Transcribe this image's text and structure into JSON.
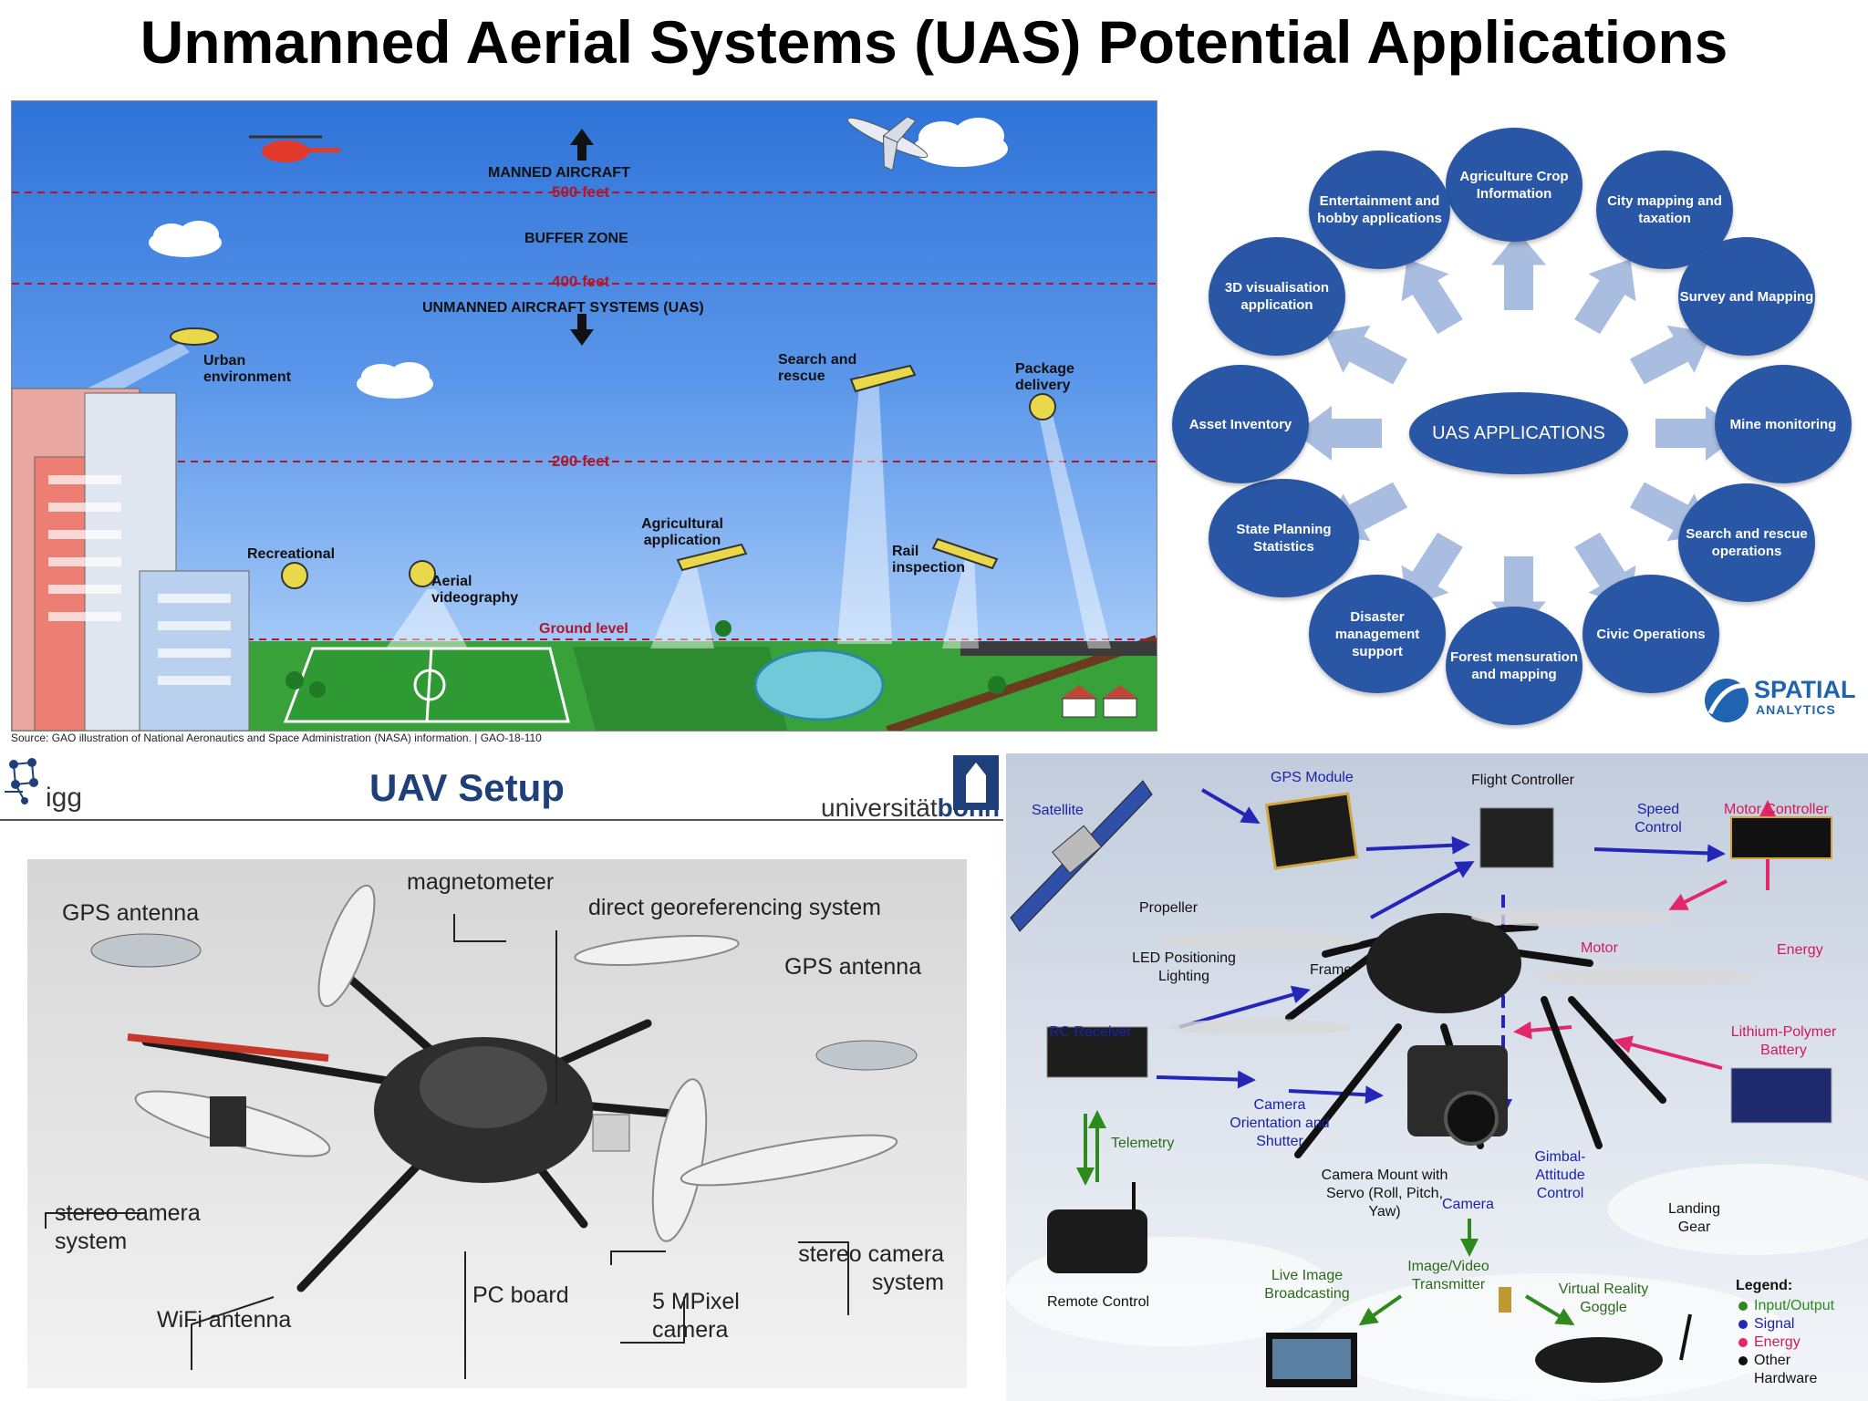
{
  "title": "Unmanned Aerial Systems (UAS) Potential Applications",
  "altitude_diagram": {
    "manned_aircraft": "MANNED AIRCRAFT",
    "ft500": "500 feet",
    "buffer_zone": "BUFFER ZONE",
    "ft400": "400 feet",
    "uas": "UNMANNED AIRCRAFT SYSTEMS (UAS)",
    "ft200": "200 feet",
    "ground_level": "Ground level",
    "urban": "Urban environment",
    "search": "Search and rescue",
    "package": "Package delivery",
    "recreational": "Recreational",
    "aerial": "Aerial videography",
    "agricultural": "Agricultural application",
    "rail": "Rail inspection",
    "source": "Source: GAO illustration of National Aeronautics and Space Administration (NASA) information.  |  GAO-18-110"
  },
  "applications": {
    "center": "UAS APPLICATIONS",
    "items": [
      "Agriculture Crop Information",
      "City mapping and taxation",
      "Survey and Mapping",
      "Mine monitoring",
      "Search and rescue operations",
      "Civic Operations",
      "Forest mensuration and mapping",
      "Disaster management support",
      "State Planning Statistics",
      "Asset Inventory",
      "3D visualisation application",
      "Entertainment and hobby applications"
    ],
    "logo_top": "SPATIAL",
    "logo_bottom": "ANALYTICS",
    "colors": {
      "bubble": "#2a56a6",
      "arrow": "#a9bde0"
    }
  },
  "uav_setup": {
    "logo_left": "igg",
    "title": "UAV Setup",
    "logo_right_a": "universität",
    "logo_right_b": "bonn",
    "labels": {
      "gps_left": "GPS antenna",
      "magnetometer": "magnetometer",
      "direct_geo": "direct georeferencing system",
      "gps_right": "GPS antenna",
      "stereo_left": "stereo camera system",
      "wifi": "WiFi antenna",
      "pc_board": "PC board",
      "camera_5mp": "5 MPixel camera",
      "stereo_right": "stereo camera system"
    }
  },
  "components": {
    "satellite": "Satellite",
    "gps_module": "GPS Module",
    "flight_controller": "Flight Controller",
    "speed_control": "Speed Control",
    "motor_controller": "Motor Controller",
    "propeller": "Propeller",
    "led": "LED Positioning Lighting",
    "frame": "Frame",
    "motor": "Motor",
    "energy": "Energy",
    "rc_receiver": "RC Receiver",
    "lipo": "Lithium-Polymer Battery",
    "camera_orientation": "Camera Orientation and Shutter",
    "telemetry": "Telemetry",
    "camera_mount": "Camera Mount with Servo (Roll, Pitch, Yaw)",
    "camera": "Camera",
    "gimbal": "Gimbal-Attitude Control",
    "landing_gear": "Landing Gear",
    "remote_control": "Remote Control",
    "live_image": "Live Image Broadcasting",
    "transmitter": "Image/Video Transmitter",
    "vr_goggle": "Virtual Reality Goggle",
    "legend_title": "Legend:",
    "legend": [
      {
        "label": "Input/Output",
        "color": "#2f8a1e"
      },
      {
        "label": "Signal",
        "color": "#2426b8"
      },
      {
        "label": "Energy",
        "color": "#e0286a"
      },
      {
        "label": "Other Hardware",
        "color": "#111111"
      }
    ]
  }
}
